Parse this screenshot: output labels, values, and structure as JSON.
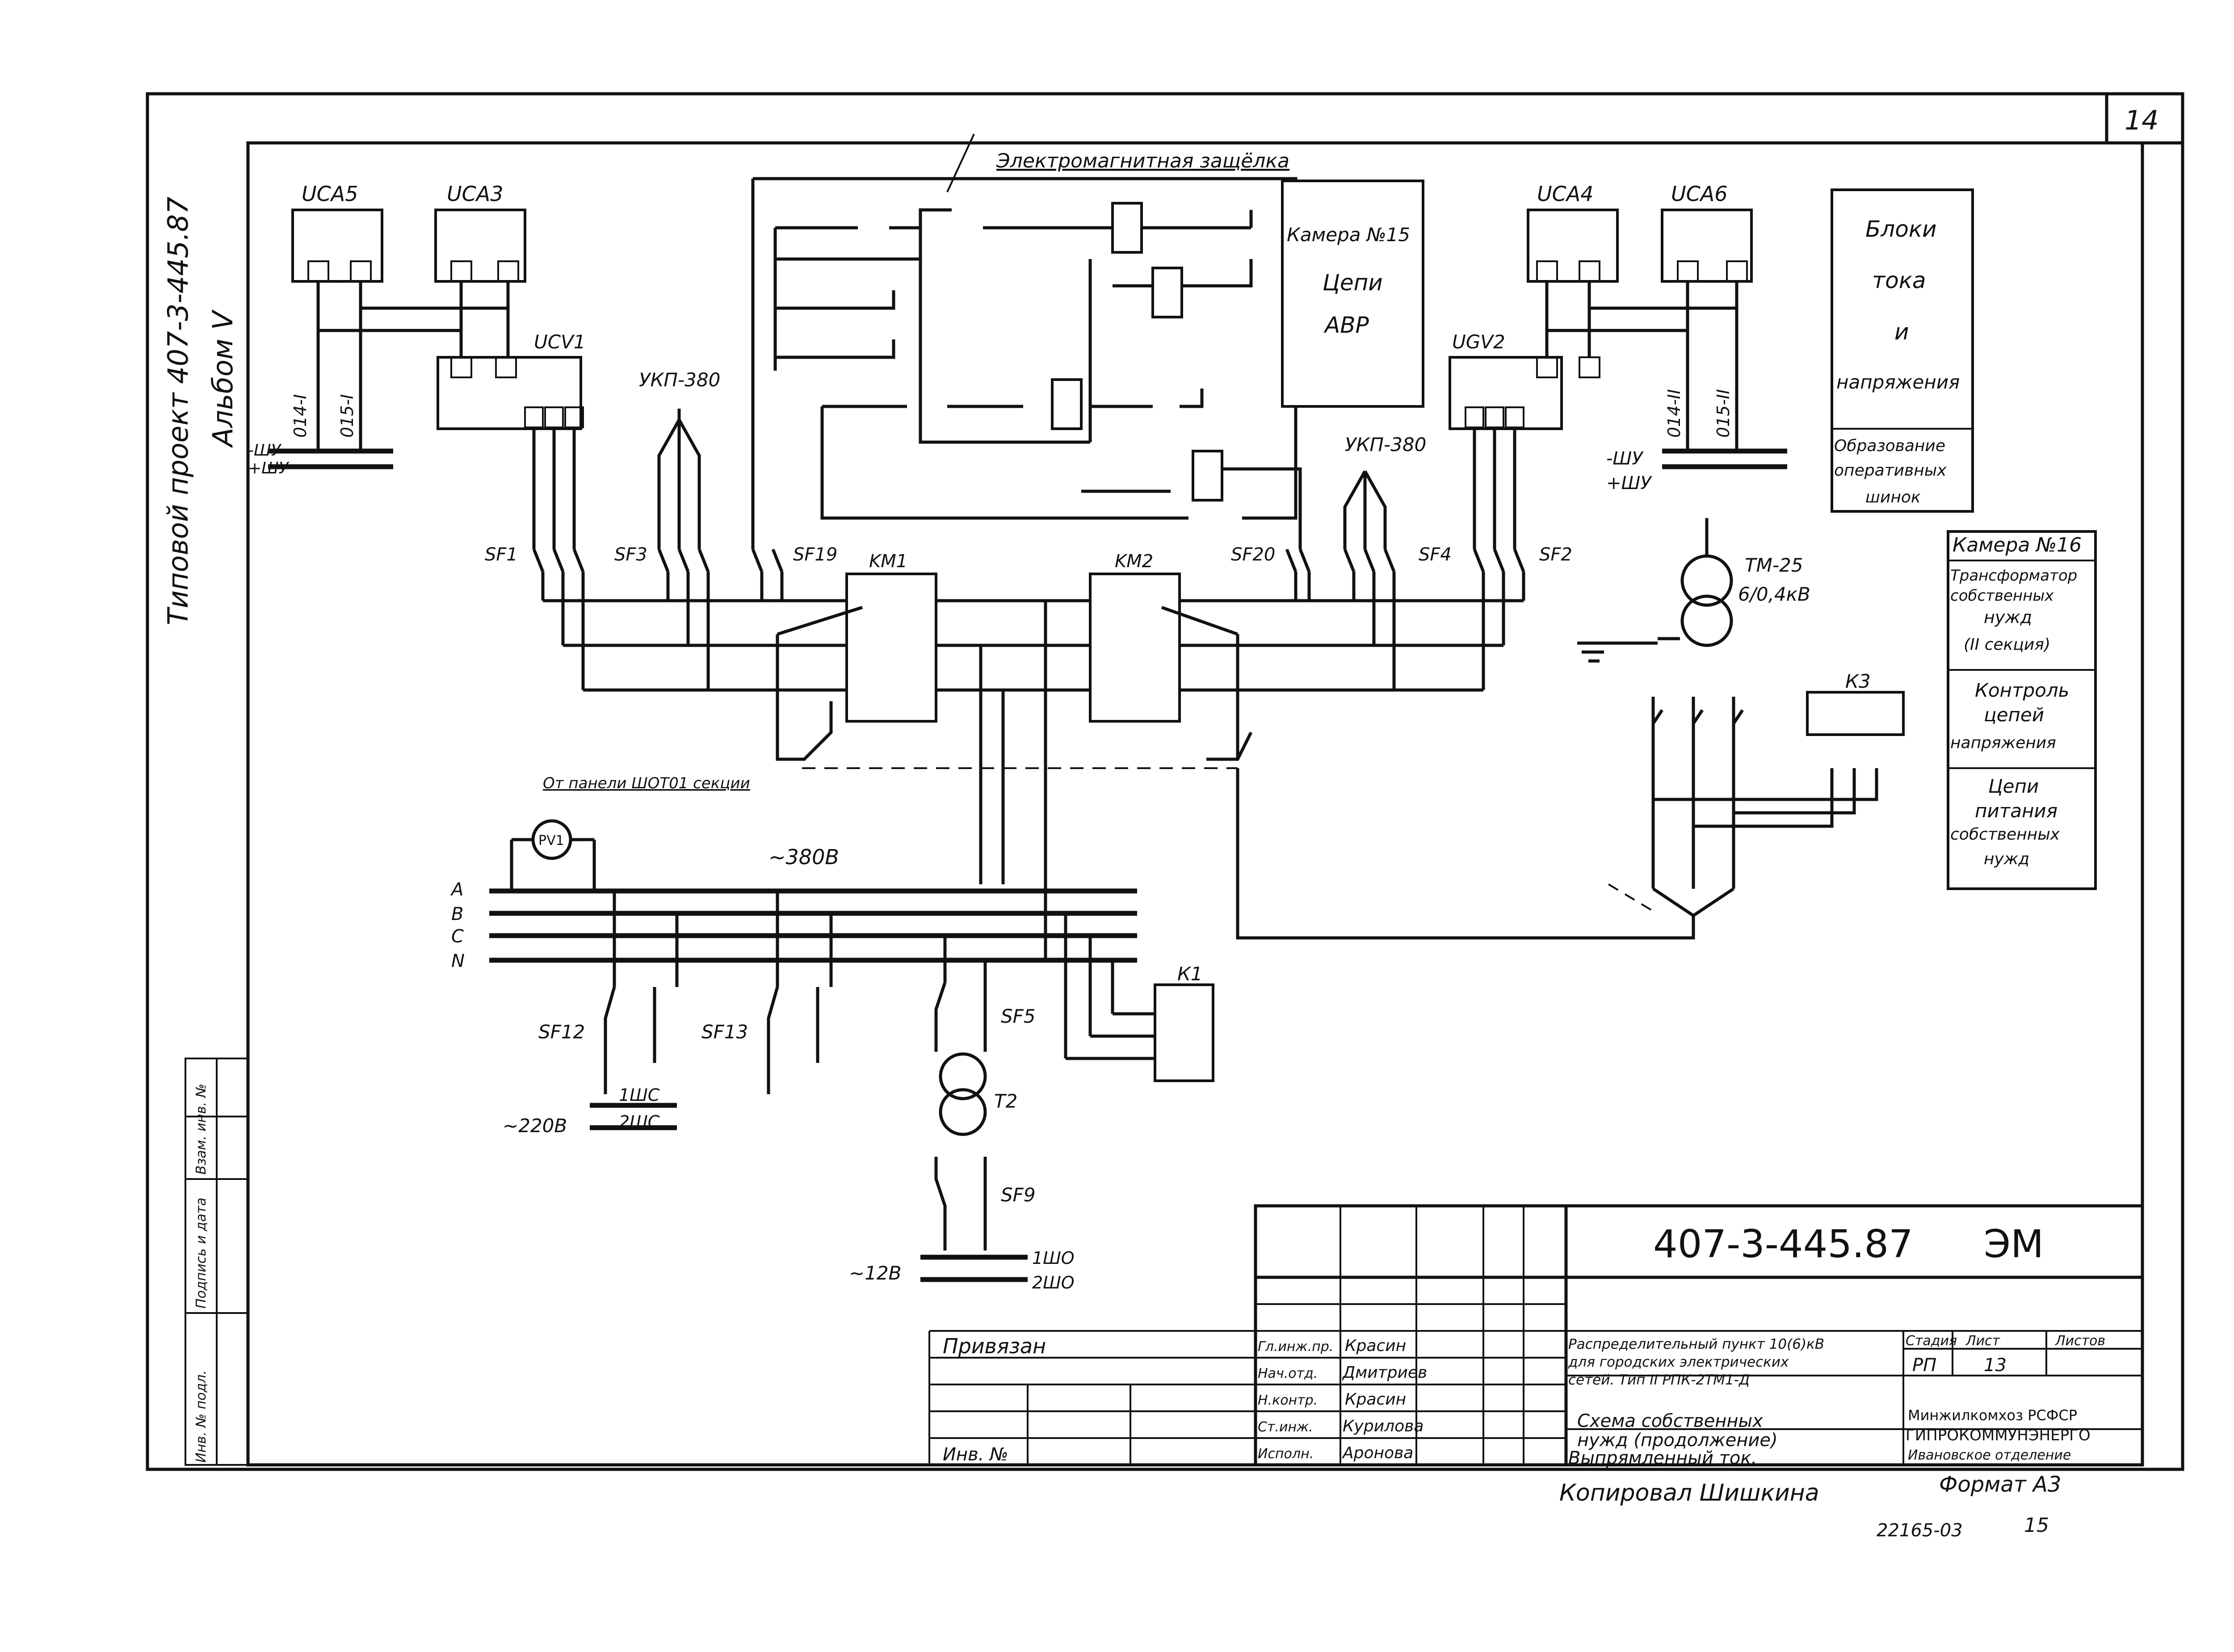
{
  "sheet": {
    "number": "14",
    "side_label_project": "Типовой проект 407-3-445.87",
    "side_label_album": "Альбом V",
    "bottom_copy_note": "Копировал Шишкина",
    "format": "Формат А3",
    "order_no": "22165-03",
    "order_page": "15"
  },
  "top_note": "Электромагнитная защёлка",
  "blocks": {
    "uca5": "UCA5",
    "uca3": "UCA3",
    "uca4": "UCA4",
    "uca6": "UCA6",
    "ucv1": "UCV1",
    "ucv2": "UGV2",
    "kamera15": [
      "Камера №15",
      "Цепи",
      "АВР"
    ],
    "bloki": [
      "Блоки",
      "тока",
      "и",
      "напряжения"
    ],
    "bloki_sub": [
      "Образование",
      "оперативных",
      "шинок"
    ],
    "kamera16_title": "Камера №16",
    "kamera16_rows": [
      [
        "Трансформатор",
        "собственных",
        "нужд",
        "(II секция)"
      ],
      [
        "Контроль",
        "цепей",
        "напряжения"
      ],
      [
        "Цепи",
        "питания",
        "собственных",
        "нужд"
      ]
    ]
  },
  "labels": {
    "ukp_left": "УКП-380",
    "ukp_right": "УКП-380",
    "sf1": "SF1",
    "sf3": "SF3",
    "sf19": "SF19",
    "km1": "KM1",
    "km2": "KM2",
    "sf20": "SF20",
    "sf4": "SF4",
    "sf2": "SF2",
    "tm25": "ТМ-25",
    "tm25_v": "6/0,4кВ",
    "k3": "К3",
    "k1": "К1",
    "from_panel": "От панели ШОТ01 секции",
    "v380": "~380В",
    "pv1": "PV1",
    "v220": "~220В",
    "v12": "~12В",
    "sf12": "SF12",
    "sf13": "SF13",
    "sf5": "SF5",
    "t2": "T2",
    "sf9": "SF9",
    "shu_minus": "-ШУ",
    "shu_plus": "+ШУ",
    "o14_1": "014-I",
    "o15_1": "015-I",
    "o14_2": "014-II",
    "o15_2": "015-II",
    "ishc": "1ШС",
    "iishc": "2ШС",
    "isho": "1ШО",
    "iisho": "2ШО",
    "phase_a": "A",
    "phase_b": "B",
    "phase_c": "C",
    "phase_n": "N"
  },
  "title_block": {
    "code": "407-3-445.87",
    "mark": "ЭМ",
    "privyazan": "Привязан",
    "inv_no": "Инв. №",
    "roles": [
      "Гл.инж.пр.",
      "Нач.отд.",
      "Н.контр.",
      "Ст.инж.",
      "Исполн."
    ],
    "names": [
      "Красин",
      "Дмитриев",
      "Красин",
      "Курилова",
      "Аронова"
    ],
    "project_desc": [
      "Распределительный пункт 10(6)кВ",
      "для городских электрических",
      "сетей.   Тип II РПК-2ТМ1-Д"
    ],
    "stage_h": "Стадия",
    "sheet_h": "Лист",
    "sheets_h": "Листов",
    "stage": "РП",
    "sheet": "13",
    "drawing_title": [
      "Схема собственных",
      "нужд (продолжение)",
      "Выпрямленный ток."
    ],
    "org": [
      "Минжилкомхоз РСФСР",
      "ГИПРОКОММУНЭНЕРГО",
      "Ивановское отделение"
    ]
  },
  "left_strip": [
    "Инв. № подл.",
    "Подпись и дата",
    "Взам. инв. №"
  ]
}
